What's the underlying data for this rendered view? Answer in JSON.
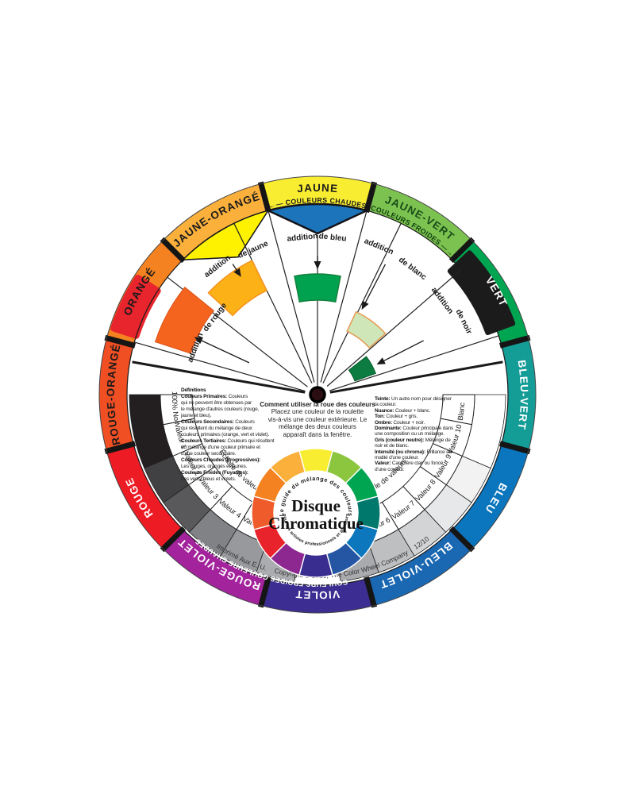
{
  "product": {
    "title_line1": "Disque",
    "title_line2": "Chromatique"
  },
  "ring": {
    "segments": [
      {
        "label": "JAUNE",
        "color": "#f9ed32",
        "label_color": "#1a1a1a"
      },
      {
        "label": "JAUNE-VERT",
        "color": "#7cc250",
        "label_color": "#1a4d1a"
      },
      {
        "label": "VERT",
        "color": "#00a551",
        "label_color": "#ffffff"
      },
      {
        "label": "BLEU-VERT",
        "color": "#149c97",
        "label_color": "#ffffff"
      },
      {
        "label": "BLEU",
        "color": "#0b76bd",
        "label_color": "#ffffff"
      },
      {
        "label": "BLEU-VIOLET",
        "color": "#1a67b2",
        "label_color": "#ffffff"
      },
      {
        "label": "VIOLET",
        "color": "#3b2d91",
        "label_color": "#ffffff"
      },
      {
        "label": "ROUGE-VIOLET",
        "color": "#a2239b",
        "label_color": "#ffffff"
      },
      {
        "label": "ROUGE",
        "color": "#ed1c24",
        "label_color": "#ffffff"
      },
      {
        "label": "ROUGE-ORANGÉ",
        "color": "#f04e23",
        "label_color": "#1a1a1a"
      },
      {
        "label": "ORANGÉ",
        "color": "#f58220",
        "label_color": "#1a1a1a"
      },
      {
        "label": "JAUNE-ORANGÉ",
        "color": "#fbb03c",
        "label_color": "#1a1a1a"
      }
    ],
    "warm_label_top": "←—  COULEURS  CHAUDES",
    "cool_label_top": "COULEURS  FROIDES  —→",
    "cool_label_bottom": "←—  COULEURS  FROIDES",
    "warm_label_bottom": "COULEURS  CHAUDES  —→"
  },
  "additions": {
    "bleu": {
      "w1": "addition",
      "w2": "de bleu",
      "swatch": "#00a24f"
    },
    "jaune": {
      "w1": "addition",
      "w2": "de jaune",
      "swatch": "#fcb117"
    },
    "rouge": {
      "w1": "addition",
      "w2": "de rouge",
      "swatch": "#f4641f"
    },
    "blanc": {
      "w1": "addition",
      "w2": "de blanc",
      "swatch": "#cfe7b8"
    },
    "noir": {
      "w1": "addition",
      "w2": "de noir",
      "swatch": "#0d7c40"
    }
  },
  "pointers": {
    "blue": "#1c75bb",
    "yellow": "#fef200"
  },
  "blobs": {
    "red": "#e8242c",
    "black": "#1b1b1b"
  },
  "hub_color": "#2a0e12",
  "value_scale_left": {
    "title": "Échelle de valeurs",
    "labels": [
      "100% Noir",
      "Valeur 1",
      "Valeur 2",
      "Valeur 3",
      "Valeur 4",
      "Valeur 5"
    ],
    "swatches": [
      "#231f20",
      "#414042",
      "#59595c",
      "#808285",
      "#97999c",
      "#aaacaf"
    ]
  },
  "value_scale_right": {
    "title": "Échelle de valeurs",
    "labels": [
      "Blanc",
      "Valeur 10",
      "Valeur 9",
      "Valeur 8",
      "Valeur 7",
      "Valeur 6"
    ],
    "swatches": [
      "#ffffff",
      "#f2f2f3",
      "#e7e8e9",
      "#d2d4d5",
      "#bdbfc1",
      "#a8aaad"
    ]
  },
  "defs_left": {
    "lines": [
      {
        "b": "Définitions",
        "t": ""
      },
      {
        "b": "Couleurs Primaires:",
        "t": " Couleurs"
      },
      {
        "b": "",
        "t": "qui ne peuvent être obtenues par"
      },
      {
        "b": "",
        "t": "le mélange d'autres couleurs (rouge,"
      },
      {
        "b": "",
        "t": "jaune et bleu)."
      },
      {
        "b": "Couleurs Secondaires:",
        "t": " Couleurs"
      },
      {
        "b": "",
        "t": "qui résultent du mélange de deux"
      },
      {
        "b": "",
        "t": "couleurs primaires (orange, vert et violet)."
      },
      {
        "b": "Couleurs Tertiaires:",
        "t": " Couleurs qui résultent"
      },
      {
        "b": "",
        "t": "du mélange d'une couleur primaire et"
      },
      {
        "b": "",
        "t": "d'une couleur secondaire."
      },
      {
        "b": "Couleurs Chaudes (Progressives):",
        "t": ""
      },
      {
        "b": "",
        "t": "Les rouges, orangés et jaunes."
      },
      {
        "b": "Couleurs Froides (Fuyantes):",
        "t": ""
      },
      {
        "b": "",
        "t": "Les verts, bleus et violets."
      }
    ]
  },
  "defs_right": {
    "lines": [
      {
        "b": "Teinte:",
        "t": " Un autre nom pour désigner"
      },
      {
        "b": "",
        "t": "la couleur."
      },
      {
        "b": "Nuance:",
        "t": " Couleur + blanc."
      },
      {
        "b": "Ton:",
        "t": " Couleur + gris."
      },
      {
        "b": "Ombre:",
        "t": " Couleur + noir."
      },
      {
        "b": "Dominante:",
        "t": " Couleur principale dans"
      },
      {
        "b": "",
        "t": "une composition ou un mélange."
      },
      {
        "b": "Gris (couleur neutre):",
        "t": " Mélange de"
      },
      {
        "b": "",
        "t": "noir et de blanc."
      },
      {
        "b": "Intensité (ou chroma):",
        "t": " Brillance ou"
      },
      {
        "b": "",
        "t": "matité d'une couleur."
      },
      {
        "b": "Valeur:",
        "t": " Caractère clair ou foncé"
      },
      {
        "b": "",
        "t": "d'une couleur."
      }
    ]
  },
  "how_to": {
    "title": "Comment utiliser la roue des couleurs",
    "lines": [
      "Placez une couleur de la roulette",
      "vis-à-vis une couleur extérieure.  Le",
      "mélange des deux couleurs",
      "apparaît dans la fenêtre."
    ]
  },
  "inner_wheel": {
    "arc_top": "Le guide du mélange des couleurs",
    "arc_bottom": "pour les artistes professionnels et amateurs",
    "colors": [
      "#f9ed32",
      "#8cc63e",
      "#00a551",
      "#00786b",
      "#0c77bd",
      "#2456a4",
      "#3a2d90",
      "#8c2890",
      "#e8232b",
      "#ef5b2a",
      "#f58220",
      "#fbb03c"
    ]
  },
  "footer": {
    "printed": "Imprimé Aux E. U.",
    "copyright": "Copyright © 2010, The Color Wheel Company",
    "edition": "12/10"
  }
}
